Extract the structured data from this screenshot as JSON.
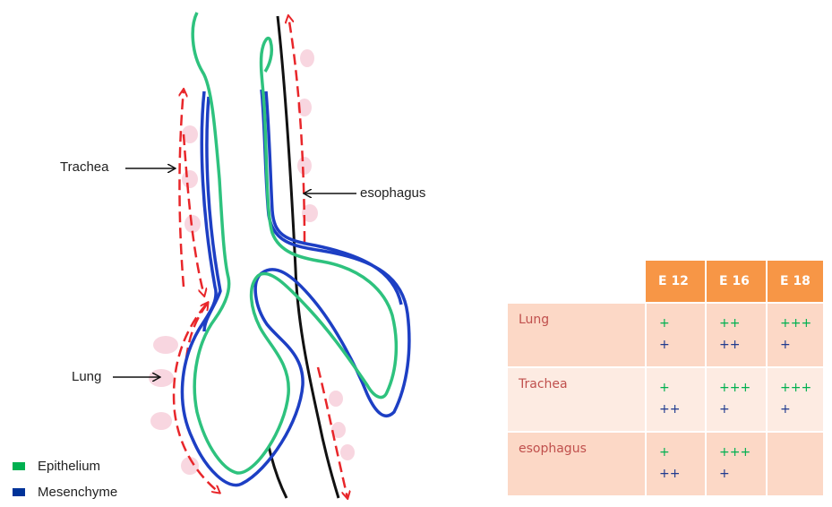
{
  "labels": {
    "trachea": "Trachea",
    "esophagus": "esophagus",
    "lung": "Lung"
  },
  "legend": [
    {
      "label": "Epithelium",
      "color": "#00b050"
    },
    {
      "label": "Mesenchyme",
      "color": "#003399"
    }
  ],
  "colors": {
    "epithelium_line": "#2ec27e",
    "mesenchyme_line": "#1d3fc4",
    "arrow": "#e8262a",
    "esophagus_line": "#111111",
    "table_header": "#f79646",
    "plus_epithelium": "#00b050",
    "plus_mesenchyme": "#1f3a8f"
  },
  "table": {
    "headers": [
      "",
      "E 12",
      "E 16",
      "E 18"
    ],
    "rows": [
      {
        "tissue": "Lung",
        "cells": [
          {
            "epi": "+",
            "mes": "+"
          },
          {
            "epi": "++",
            "mes": "++"
          },
          {
            "epi": "+++",
            "mes": "+"
          }
        ]
      },
      {
        "tissue": "Trachea",
        "cells": [
          {
            "epi": "+",
            "mes": "++"
          },
          {
            "epi": "+++",
            "mes": "+"
          },
          {
            "epi": "+++",
            "mes": "+"
          }
        ]
      },
      {
        "tissue": "esophagus",
        "cells": [
          {
            "epi": "+",
            "mes": "++"
          },
          {
            "epi": "+++",
            "mes": "+"
          },
          {
            "epi": "",
            "mes": ""
          }
        ]
      }
    ]
  }
}
